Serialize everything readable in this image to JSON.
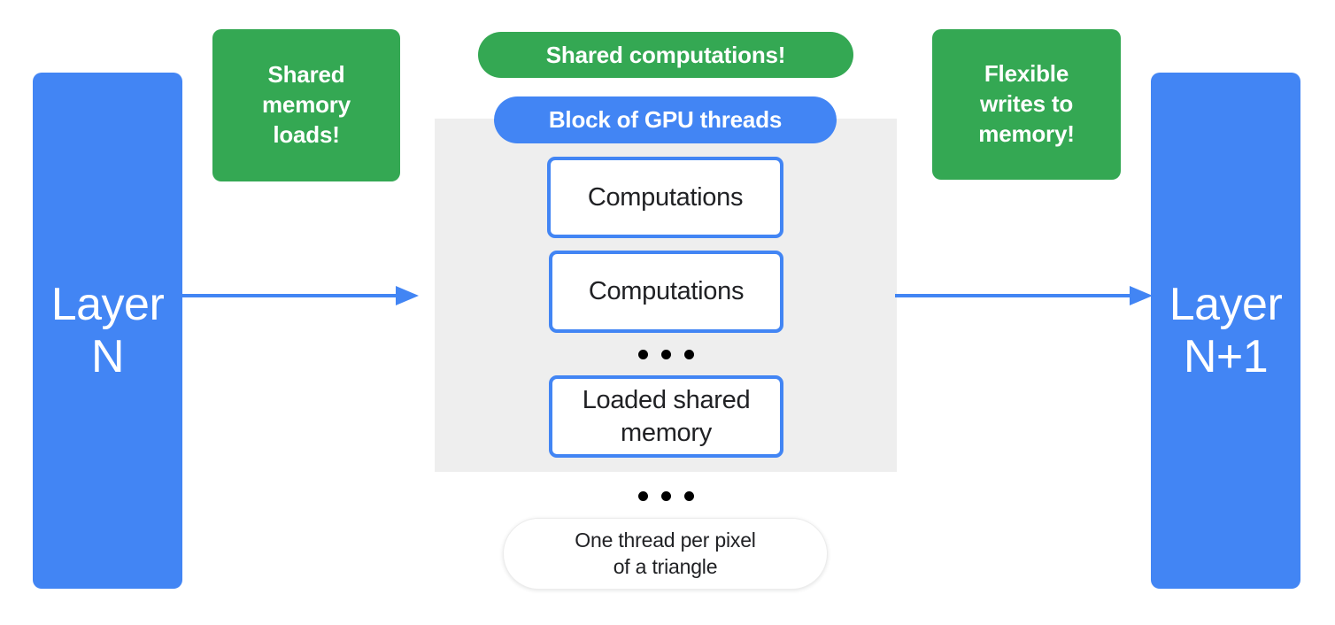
{
  "diagram": {
    "title": "GPU shared-memory block diagram",
    "colors": {
      "blue": "#4285f4",
      "green": "#34a853",
      "gray_block": "#eeeeee",
      "box_text": "#202124",
      "pill_text": "#ffffff"
    },
    "layers": {
      "input": {
        "label": "Layer\nN"
      },
      "output": {
        "label": "Layer\nN+1"
      }
    },
    "callouts": [
      {
        "id": "shared-memory-loads",
        "label": "Shared\nmemory\nloads!",
        "color": "#34a853"
      },
      {
        "id": "flexible-writes-to-memory",
        "label": "Flexible\nwrites to\nmemory!",
        "color": "#34a853"
      }
    ],
    "pills": {
      "shared_computations": {
        "label": "Shared computations!",
        "color": "#34a853"
      },
      "block_of_gpu_threads": {
        "label": "Block of GPU threads",
        "color": "#4285f4"
      },
      "one_thread_per_pixel": {
        "label": "One thread per pixel\nof a triangle",
        "color": "#ffffff"
      }
    },
    "thread_boxes": [
      {
        "id": "computations-1",
        "label": "Computations"
      },
      {
        "id": "computations-2",
        "label": "Computations"
      },
      {
        "id": "loaded-shared-memory",
        "label": "Loaded shared\nmemory"
      }
    ],
    "ellipsis": {
      "inner": "• • •",
      "outer": "• • •"
    },
    "arrows": [
      {
        "id": "arrow-layer-n-to-block",
        "direction": "right",
        "color": "#4285f4"
      },
      {
        "id": "arrow-block-to-layer-n1",
        "direction": "right",
        "color": "#4285f4"
      }
    ]
  }
}
